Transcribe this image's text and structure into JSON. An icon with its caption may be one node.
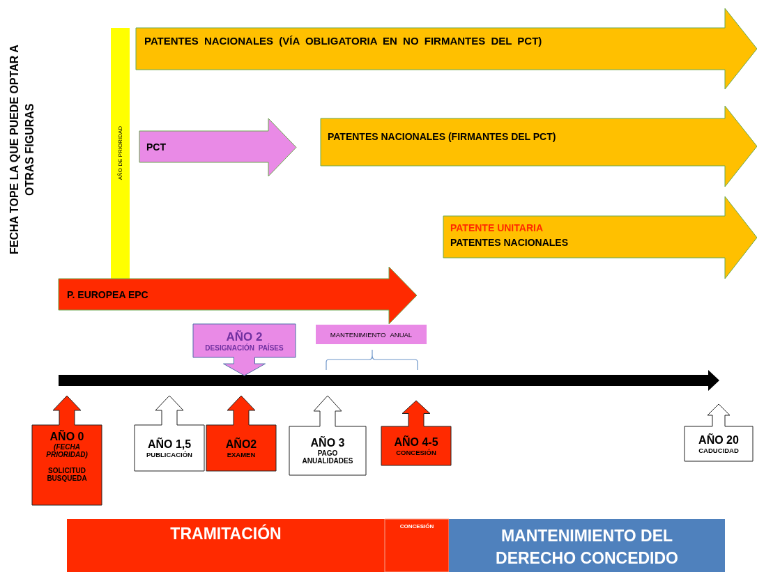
{
  "diagram": {
    "nodes": [
      {
        "text": [
          "PATENTES NACIONALES (VÍA OBLIGATORIA EN NO FIRMANTES DEL PCT)"
        ]
      },
      {
        "text": [
          "AÑO DE PRIORIDAD"
        ]
      },
      {
        "text": [
          "PCT"
        ]
      },
      {
        "text": [
          "PATENTES NACIONALES (FIRMANTES DEL PCT)"
        ]
      },
      {
        "text": [
          "PATENTE UNITARIA",
          "PATENTES NACIONALES"
        ]
      },
      {
        "text": [
          "P. EUROPEA EPC"
        ]
      },
      {
        "text": [
          "AÑO 2",
          "DESIGNACIÓN PAÍSES"
        ]
      },
      {
        "text": [
          "MANTENIMIENTO ANUAL"
        ]
      },
      {
        "text": [
          "AÑO 0",
          "(FECHA PRIORIDAD)",
          "SOLICITUD BUSQUEDA"
        ]
      },
      {
        "text": [
          "AÑO 1,5",
          "PUBLICACIÓN"
        ]
      },
      {
        "text": [
          "AÑO2",
          "EXAMEN"
        ]
      },
      {
        "text": [
          "AÑO 3",
          "PAGO ANUALIDADES"
        ]
      },
      {
        "text": [
          "AÑO 4-5",
          "CONCESIÓN"
        ]
      },
      {
        "text": [
          "AÑO 20",
          "CADUCIDAD"
        ]
      },
      {
        "text": [
          "TRAMITACIÓN"
        ]
      },
      {
        "text": [
          "CONCESIÓN"
        ]
      },
      {
        "text": [
          "MANTENIMIENTO DEL DERECHO CONCEDIDO"
        ]
      }
    ],
    "labels": [
      "FECHA TOPE LA QUE PUEDE OPTAR A OTRAS FIGURAS"
    ]
  }
}
